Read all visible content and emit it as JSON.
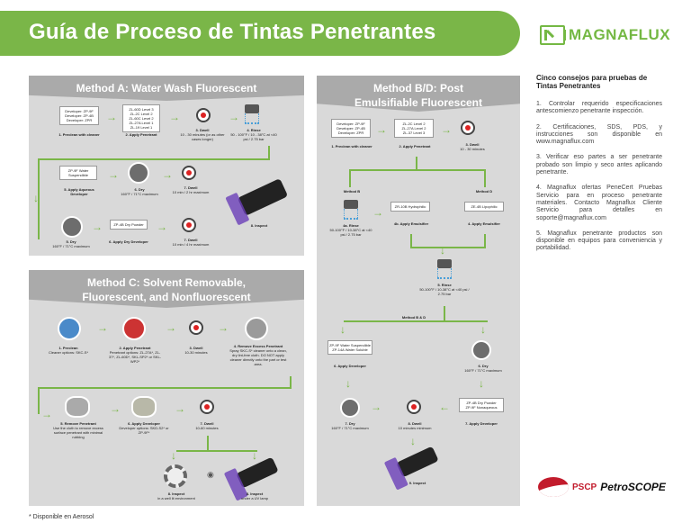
{
  "header": {
    "title": "Guía de Proceso de Tintas Penetrantes"
  },
  "logo": {
    "text": "MAGNAFLUX"
  },
  "method_a": {
    "title": "Method A: Water Wash Fluorescent",
    "box1": [
      "Developer: ZP-9F",
      "Developer: ZP-4B",
      "Developer: ZPR"
    ],
    "box2": [
      "ZL-60D Level 3",
      "ZL-2C Level 2",
      "ZL-60C Level 2",
      "ZL-27A Level 1",
      "ZL-19 Level 1"
    ],
    "step1": "1. Preclean with cleaner",
    "step2": "2. Apply Penetrant",
    "step3": "3. Dwell",
    "step3_note": "10 - 30 minutes (or as other cases longer)",
    "step4": "4. Rinse",
    "step4_note": "50 - 100°F / 10 - 38°C at <40 psi / 2.75 bar",
    "box3": [
      "ZP-9F Water",
      "Suspendible"
    ],
    "step5": "5. Apply Aqueous Developer",
    "step6": "6. Dry",
    "step6_note": "160°F / 71°C maximum",
    "step7": "7. Dwell",
    "step7_note": "10 min / 2 hr maximum",
    "step8": "8. Inspect",
    "step5b": "5. Dry",
    "step5b_note": "160°F / 71°C maximum",
    "box4": "ZP-4B Dry Powder",
    "step6b": "6. Apply Dry Developer",
    "step7b": "7. Dwell",
    "step7b_note": "10 min / 4 hr maximum"
  },
  "method_c": {
    "title": "Method C: Solvent Removable, Fluorescent, and Nonfluorescent",
    "step1": "1. Preclean",
    "step1_note": "Cleaner options: SKC-S*",
    "step2": "2. Apply Penetrant",
    "step2_note": "Penetrant options: ZL-27A*, ZL-37*, ZL-60D*, SKL-SP2* or SKL-WP2*",
    "step3": "3. Dwell",
    "step3_note": "10-30 minutes",
    "step4": "4. Remove Excess Penetrant",
    "step4_note": "Spray SKC-S* cleaner onto a clean, dry lint-free cloth. DO NOT apply cleaner directly onto the part or test area.",
    "step5": "5. Remove Penetrant",
    "step5_note": "Use the cloth to remove excess surface penetrant with minimal rubbing",
    "step6": "6. Apply Developer",
    "step6_note": "Developer options: SKD-S2* or ZP-9F*",
    "step7": "7. Dwell",
    "step7_note": "10-60 minutes",
    "step8a": "8. Inspect",
    "step8a_note": "in a well lit environment",
    "step8b": "8. Inspect",
    "step8b_note": "under a UV lamp"
  },
  "method_bd": {
    "title": "Method B/D: Post Emulsifiable Fluorescent",
    "box1": [
      "Developer: ZP-9F",
      "Developer: ZP-4B",
      "Developer: ZPR"
    ],
    "box2": [
      "ZL-2C Level 2",
      "ZL-27A Level 2",
      "ZL-37 Level 3"
    ],
    "step1": "1. Preclean with cleaner",
    "step2": "2. Apply Penetrant",
    "step3": "3. Dwell",
    "step3_note": "10 - 30 minutes",
    "method_b": "Method B",
    "method_d": "Method D",
    "box3": "ZR-10B Hydrophilic",
    "box4": "ZE-4B Lipophilic",
    "step4a": "4a. Rinse",
    "step4a_note": "50-100°F / 10-38°C at <40 psi / 2.75 bar",
    "step4b": "4b. Apply Emulsifier",
    "step4c": "4. Apply Emulsifier",
    "step5": "5. Rinse",
    "step5_note": "50-100°F / 10-38°C at <40 psi / 2.75 bar",
    "method_bd_label": "Method B & D",
    "box5": [
      "ZP-9F Water Suspendible",
      "ZP-14A Water Soluble"
    ],
    "step6a": "6. Apply Developer",
    "step6b": "6. Dry",
    "step6b_note": "160°F / 71°C maximum",
    "step7a": "7. Dry",
    "step7a_note": "160°F / 71°C maximum",
    "step8": "8. Dwell",
    "step8_note": "10 minutes minimum",
    "box6": [
      "ZP-4B Dry Powder",
      "ZP-9F Nonaqueous"
    ],
    "step7b": "7. Apply Developer",
    "step9": "9. Inspect"
  },
  "tips": {
    "heading": "Cinco consejos para pruebas de Tintas Penetrantes",
    "items": [
      "1. Controlar requerido especificaciones antescomienzo penetrante inspección.",
      "2. Certificaciones, SDS, PDS, y instrucciones son disponible en www.magnaflux.com",
      "3. Verificar eso partes a ser penetrante probado son limpio y seco antes aplicando penetrante.",
      "4. Magnaflux ofertas PeneCert Pruebas Servicio para en proceso penetrante materiales. Contacto Magnaflux Cliente Servicio para detalles en soporte@magnaflux.com",
      "5. Magnaflux penetrante productos son disponible en equipos para conveniencia y portabilidad."
    ]
  },
  "brand2": {
    "pscp": "PSCP",
    "petro": "PetroSCOPE"
  },
  "footnote": "* Disponible en Aerosol",
  "colors": {
    "accent": "#7ab648",
    "panel": "#d9d9d9",
    "panel_title": "#aaaaaa",
    "brand_red": "#c21b2c"
  }
}
